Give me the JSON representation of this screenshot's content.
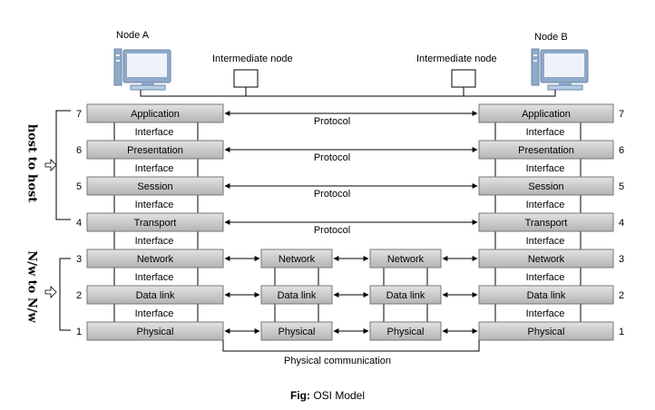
{
  "nodes": {
    "node_a": "Node A",
    "node_b": "Node B",
    "intermediate_left": "Intermediate node",
    "intermediate_right": "Intermediate node"
  },
  "layers": [
    {
      "number": "7",
      "name": "Application"
    },
    {
      "number": "6",
      "name": "Presentation"
    },
    {
      "number": "5",
      "name": "Session"
    },
    {
      "number": "4",
      "name": "Transport"
    },
    {
      "number": "3",
      "name": "Network"
    },
    {
      "number": "2",
      "name": "Data link"
    },
    {
      "number": "1",
      "name": "Physical"
    }
  ],
  "interface_label": "Interface",
  "protocol_label": "Protocol",
  "group_labels": {
    "host_to_host": "host to host",
    "nw_to_nw": "N/w to N/w"
  },
  "physical_communication": "Physical communication",
  "caption": {
    "prefix": "Fig:",
    "text": " OSI Model"
  },
  "colors": {
    "box_top": "#e2e2e2",
    "box_bottom": "#b4b4b4",
    "computer_blue": "#b7cde6",
    "computer_dark": "#6c86a6"
  }
}
